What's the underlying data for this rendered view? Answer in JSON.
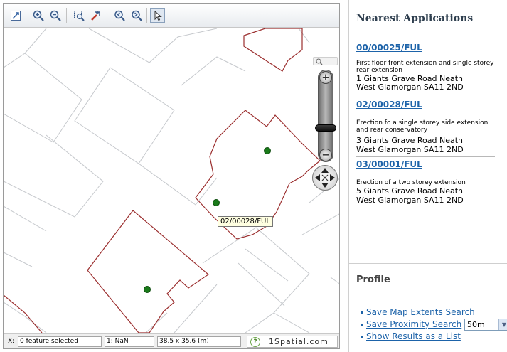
{
  "map": {
    "tooltip": "02/00028/FUL",
    "status": {
      "x_label": "X:",
      "selection": "0 feature selected",
      "scale": "1: NaN",
      "extent": "38.5 x 35.6 (m)",
      "brand": "1Spatial.com"
    },
    "toolbar": [
      "zoom-extent",
      "zoom-in",
      "zoom-out",
      "zoom-box",
      "pan-add",
      "zoom-previous",
      "zoom-next",
      "select"
    ]
  },
  "nearest": {
    "title": "Nearest Applications",
    "items": [
      {
        "ref": "00/00025/FUL",
        "desc": "First floor front extension and single storey rear extension",
        "addr1": "1 Giants Grave Road Neath",
        "addr2": "West Glamorgan SA11 2ND"
      },
      {
        "ref": "02/00028/FUL",
        "desc": "Erection fo a single storey side extension and rear conservatory",
        "addr1": "3 Giants Grave Road Neath",
        "addr2": "West Glamorgan SA11 2ND"
      },
      {
        "ref": "03/00001/FUL",
        "desc": "Erection of a two storey extension",
        "addr1": "5 Giants Grave Road Neath",
        "addr2": "West Glamorgan SA11 2ND"
      }
    ]
  },
  "profile": {
    "title": "Profile",
    "links": {
      "save_extents": "Save Map Extents Search",
      "save_proximity": "Save Proximity Search",
      "show_list": "Show Results as a List"
    },
    "radius_value": "50m"
  },
  "colors": {
    "boundary": "#9b2e2e",
    "marker": "#1a7a1a",
    "link": "#1d63a9"
  }
}
